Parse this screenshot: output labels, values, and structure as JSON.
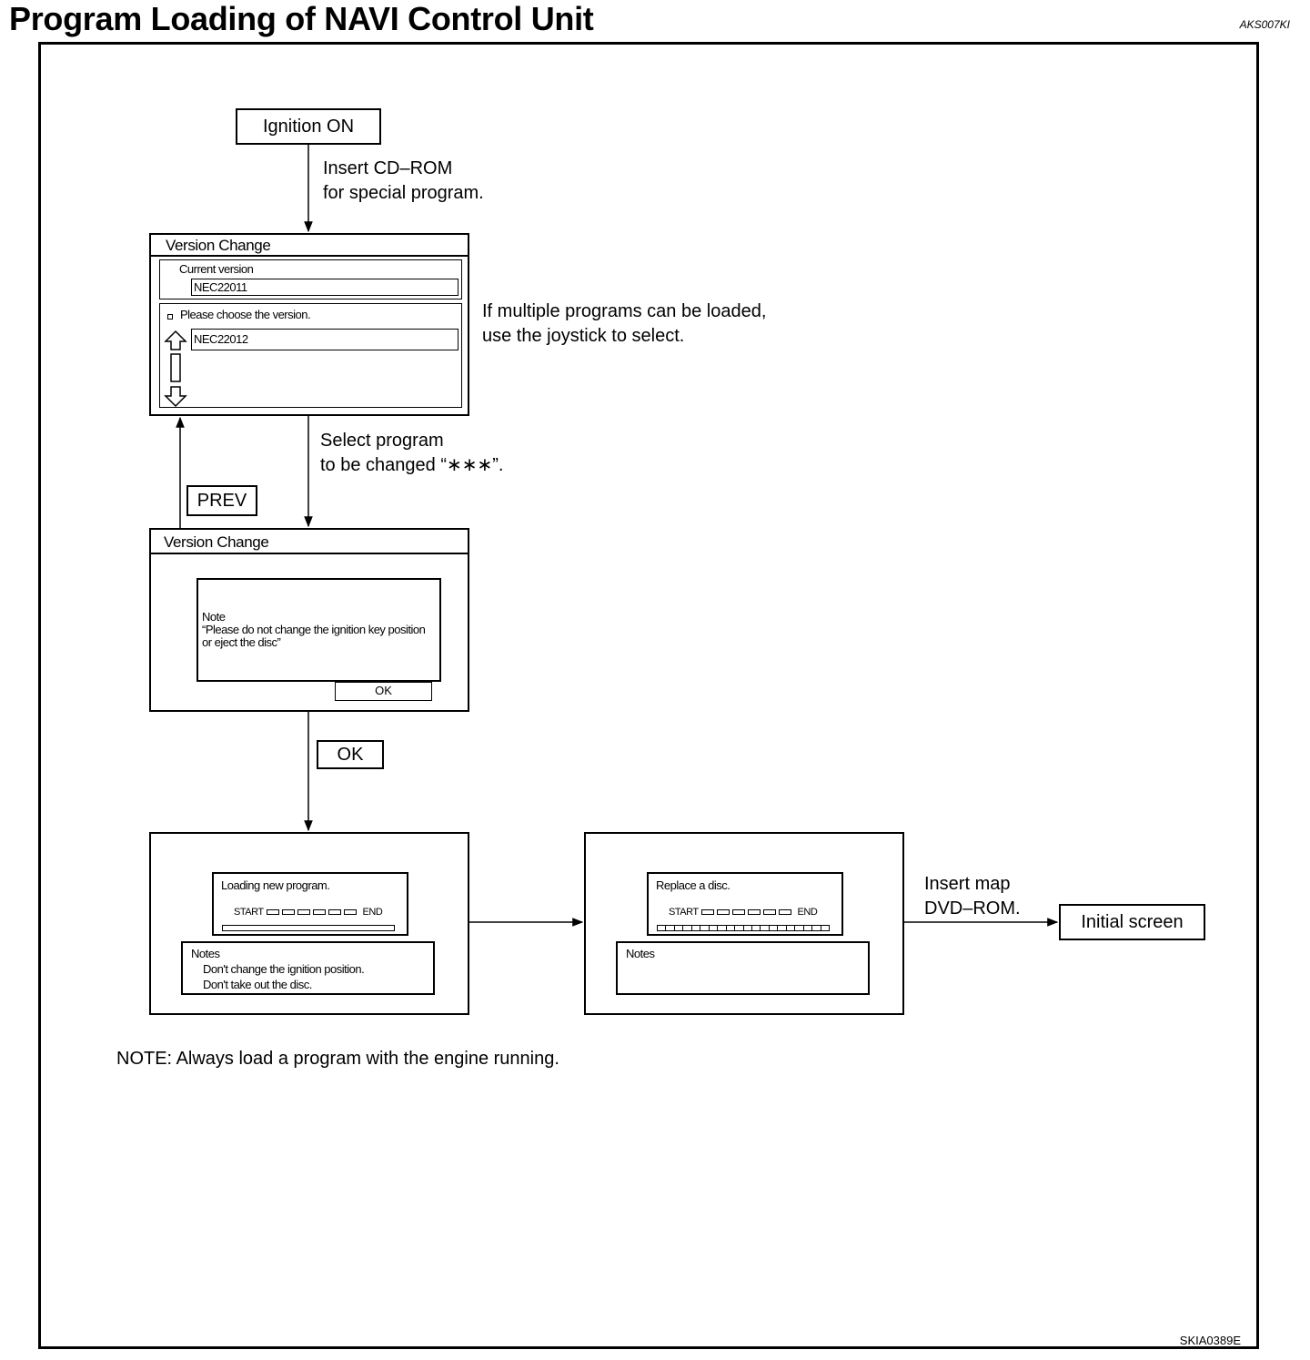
{
  "title": "Program Loading of NAVI Control Unit",
  "page_id": "AKS007KI",
  "figure_id": "SKIA0389E",
  "steps": {
    "ignition": "Ignition ON",
    "insert_cd": [
      "Insert CD–ROM",
      "for special program."
    ],
    "multi_note": [
      "If multiple programs can be loaded,",
      "use the joystick to select."
    ],
    "select_program": [
      "Select program",
      "to be changed “∗∗∗”."
    ],
    "prev_button": "PREV",
    "ok_button": "OK",
    "insert_map": [
      "Insert map",
      "DVD–ROM."
    ],
    "initial_screen": "Initial screen"
  },
  "screen1": {
    "title": "Version Change",
    "current_label": "Current version",
    "current_value": "NEC22011",
    "choose_label": "Please choose the version.",
    "choose_value": "NEC22012"
  },
  "screen2": {
    "title": "Version Change",
    "note_title": "Note",
    "note_lines": [
      "“Please do not change the ignition key position",
      "or eject the disc”"
    ],
    "ok": "OK"
  },
  "screen3": {
    "message": "Loading new program.",
    "start": "START",
    "end": "END",
    "notes_title": "Notes",
    "notes_lines": [
      "Don't change the ignition position.",
      "Don't take out the disc."
    ]
  },
  "screen4": {
    "message": "Replace a disc.",
    "start": "START",
    "end": "END",
    "notes_title": "Notes"
  },
  "footnote": "NOTE: Always load a program with the engine running."
}
